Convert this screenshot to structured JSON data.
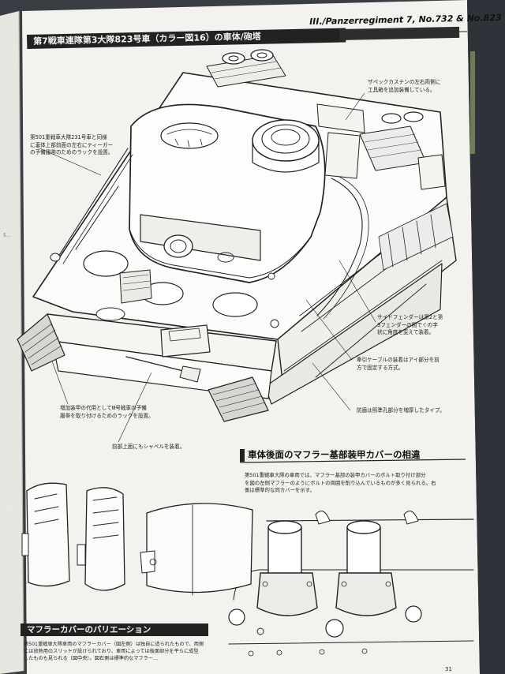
{
  "header": {
    "title": "III./Panzerregiment 7, No.732 & No.823"
  },
  "main_banner": "第7戦車連隊第3大隊823号車（カラー図16）の車体/砲塔",
  "callouts": {
    "zimmerit_tools": "ザペックカステンの左右両側に\n工具箱を追加装備している。",
    "rack_left": "第501重戦車大隊231号車と同様\nに車体上部前面の左右にティーガー\nの予備履帯のためのラックを設置。",
    "side_fender": "サイドフェンダーは第2と第\n3フェンダーの間でくの字\n状に角度を変えて装着。",
    "tow_cable": "牽引ケーブルの装着はアイ部分を前\n方で固定する方式。",
    "splash_guard": "防盾は照準孔部分を増厚したタイプ。",
    "track_rack": "増加装甲の代用としてⅢ号戦車の予備\n履帯を取り付けるためのラックを設置。",
    "shovel": "前部上面にもシャベルを装着。"
  },
  "muffler_section": {
    "heading": "車体後面のマフラー基部装甲カバーの相違",
    "body": "第501重戦車大隊の車両では、マフラー基部の装甲カバーのボルト取り付け部分\nを図の左側マフラーのようにボルトの周囲を削り込んでいるものが多く見られる。右\n側は標準的な同カバーを示す。"
  },
  "variation_section": {
    "heading": "マフラーカバーのバリエーション",
    "body": "第501重戦車大隊車両のマフラーカバー（図左側）は独自に造られたもので、両側\nには放熱用のスリットが設けられており、車両によっては後面部分を平らに成型\nしたものも見られる（図中央）。図右側は標準的なマフラー…"
  },
  "page_number": "31",
  "colors": {
    "paper": "#f3f2ee",
    "ink": "#1c1c1c",
    "banner": "#222222",
    "table": "#3a3d44"
  }
}
